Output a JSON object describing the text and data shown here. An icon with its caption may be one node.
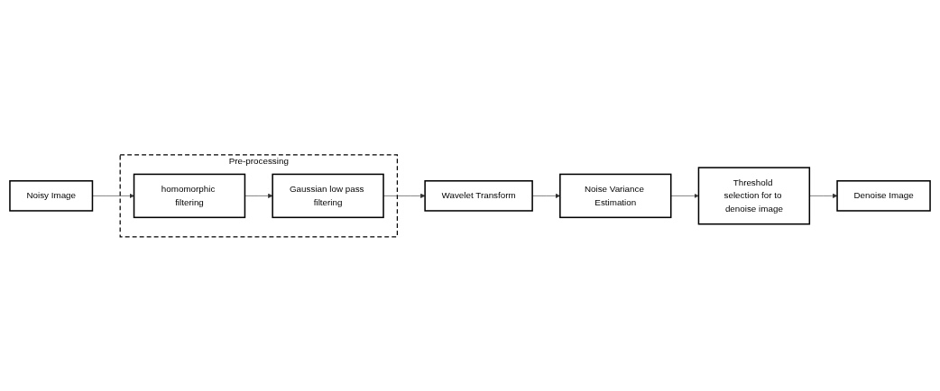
{
  "diagram": {
    "nodes": [
      {
        "text": [
          "Noisy Image"
        ]
      },
      {
        "text": [
          "Pre-processing"
        ]
      },
      {
        "text": [
          "homomorphic filtering"
        ],
        "in": 1
      },
      {
        "text": [
          "Gaussian low pass filtering"
        ],
        "in": 1
      },
      {
        "text": [
          "Wavelet Transform"
        ]
      },
      {
        "text": [
          "Noise Variance Estimation"
        ]
      },
      {
        "text": [
          "Threshold selection for to denoise image"
        ]
      },
      {
        "text": [
          "Denoise Image"
        ]
      }
    ],
    "edges": [
      {
        "from": 0,
        "to": 2,
        "arrow": "to"
      },
      {
        "from": 2,
        "to": 3,
        "arrow": "to"
      },
      {
        "from": 3,
        "to": 4,
        "arrow": "to"
      },
      {
        "from": 4,
        "to": 5,
        "arrow": "to"
      },
      {
        "from": 5,
        "to": 6,
        "arrow": "to"
      },
      {
        "from": 6,
        "to": 7,
        "arrow": "to"
      }
    ]
  }
}
